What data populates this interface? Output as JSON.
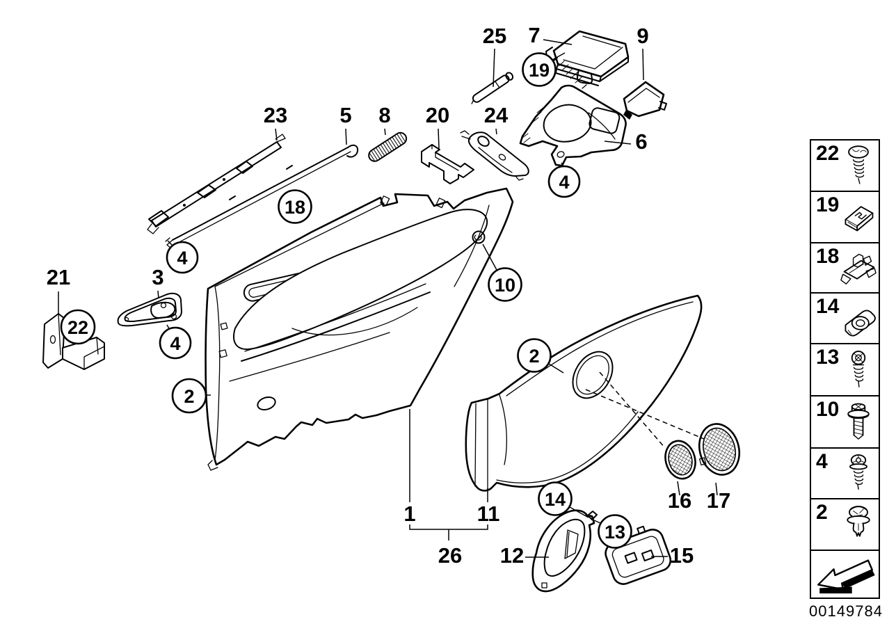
{
  "diagram": {
    "labels": [
      {
        "text": "25"
      },
      {
        "text": "7"
      },
      {
        "text": "9"
      },
      {
        "text": "23"
      },
      {
        "text": "5"
      },
      {
        "text": "8"
      },
      {
        "text": "20"
      },
      {
        "text": "24"
      },
      {
        "text": "6"
      },
      {
        "text": "21"
      },
      {
        "text": "3"
      },
      {
        "text": "1"
      },
      {
        "text": "11"
      },
      {
        "text": "26"
      },
      {
        "text": "12"
      },
      {
        "text": "15"
      },
      {
        "text": "16"
      },
      {
        "text": "17"
      }
    ],
    "callouts": [
      {
        "text": "19"
      },
      {
        "text": "4"
      },
      {
        "text": "18"
      },
      {
        "text": "4"
      },
      {
        "text": "22"
      },
      {
        "text": "4"
      },
      {
        "text": "2"
      },
      {
        "text": "10"
      },
      {
        "text": "2"
      },
      {
        "text": "14"
      },
      {
        "text": "13"
      }
    ]
  },
  "sidebar": {
    "items": [
      {
        "number": "22",
        "icon": "pan-head-screw"
      },
      {
        "number": "19",
        "icon": "sheet-metal-clip"
      },
      {
        "number": "18",
        "icon": "trim-panel-clip"
      },
      {
        "number": "14",
        "icon": "cage-nut"
      },
      {
        "number": "13",
        "icon": "phillips-screw"
      },
      {
        "number": "10",
        "icon": "torx-bolt-with-washer"
      },
      {
        "number": "4",
        "icon": "torx-screw-small"
      },
      {
        "number": "2",
        "icon": "expanding-rivet"
      }
    ],
    "arrow_box": {
      "icon": "direction-arrow"
    },
    "code": "00149784"
  }
}
